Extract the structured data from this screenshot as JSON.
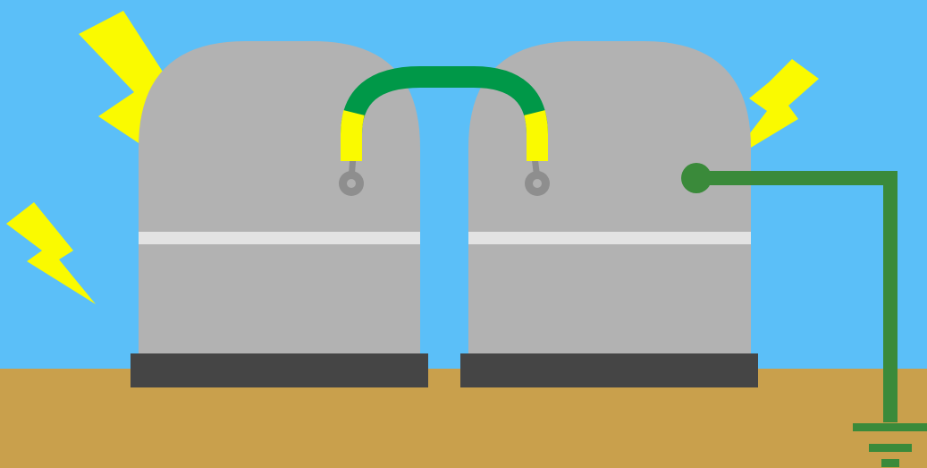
{
  "colors": {
    "sky": "#5bbff8",
    "ground": "#c9a04c",
    "tank_body": "#b2b2b2",
    "tank_band": "#e3e3e3",
    "tank_base": "#454545",
    "bond_cable": "#009848",
    "insulation_yellow": "#fafa00",
    "earth_wire": "#3a8a3a",
    "terminal": "#8e8e8e",
    "terminal_center": "#b0b0b0",
    "lightning": "#fafa00"
  },
  "objects": {
    "tanks": [
      {
        "id": "left-tank",
        "has_band": true,
        "has_base": true,
        "terminal": "bond-terminal-left"
      },
      {
        "id": "right-tank",
        "has_band": true,
        "has_base": true,
        "terminal": "bond-terminal-right"
      }
    ],
    "bonding_jumper": {
      "icon": "bonding-cable-icon",
      "insulated_ends": 2
    },
    "earth_connection": {
      "icon": "ground-symbol-icon",
      "ground_bars": 3
    },
    "hazards": {
      "icon": "lightning-bolt-icon",
      "count": 3
    }
  }
}
